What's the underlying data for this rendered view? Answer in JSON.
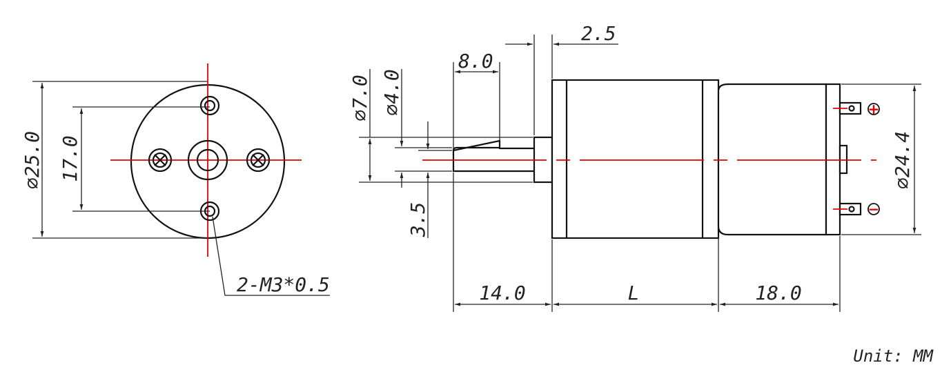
{
  "diagram": {
    "front_view": {
      "diameter_label": "⌀25.0",
      "hole_spacing_label": "17.0",
      "thread_label": "2-M3*0.5"
    },
    "side_view": {
      "flange_label": "2.5",
      "shaft_flat_label": "8.0",
      "boss_diameter_label": "⌀7.0",
      "shaft_diameter_label": "⌀4.0",
      "flat_depth_label": "3.5",
      "motor_diameter_label": "⌀24.4",
      "shaft_length_label": "14.0",
      "gearbox_length_label": "L",
      "motor_length_label": "18.0",
      "positive_terminal": "+",
      "negative_terminal": "−"
    },
    "unit_label": "Unit: MM",
    "colors": {
      "outline": "#111111",
      "centerline": "#e00000",
      "dimension": "#222222"
    }
  }
}
